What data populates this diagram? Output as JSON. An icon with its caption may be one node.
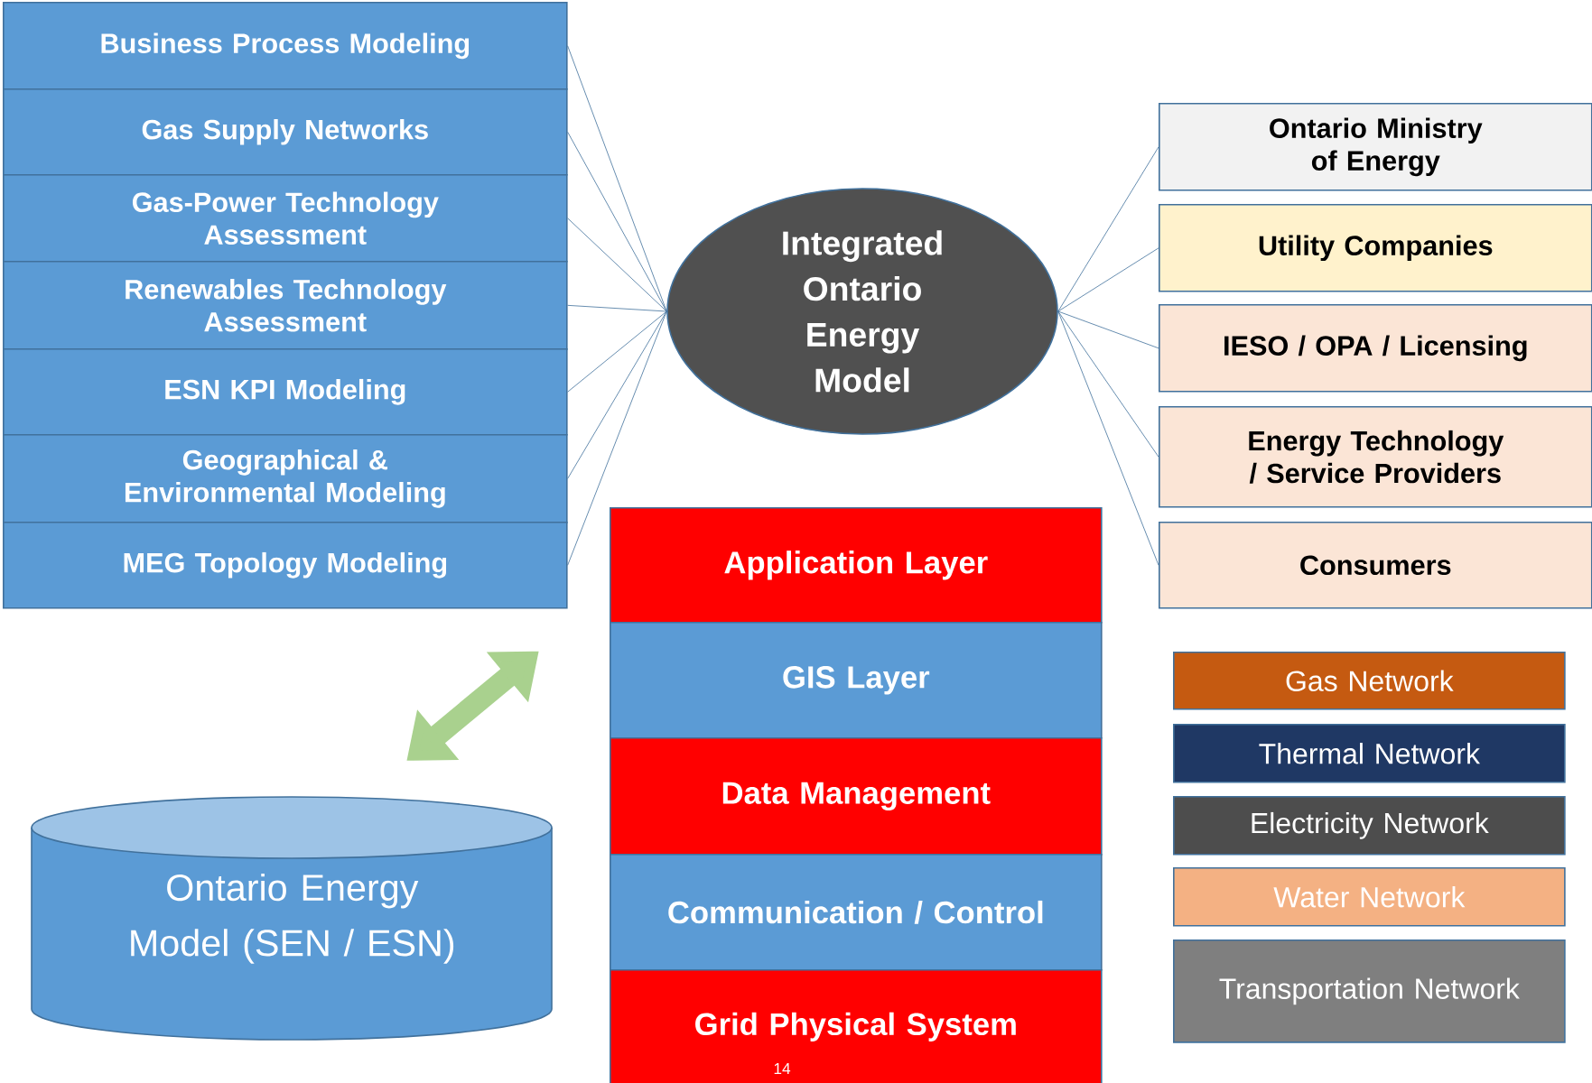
{
  "diagram": {
    "nodes": [
      {
        "text": [
          "Business Process Modeling"
        ]
      },
      {
        "text": [
          "Gas Supply Networks"
        ]
      },
      {
        "text": [
          "Gas-Power Technology Assessment"
        ]
      },
      {
        "text": [
          "Renewables Technology Assessment"
        ]
      },
      {
        "text": [
          "ESN KPI Modeling"
        ]
      },
      {
        "text": [
          "Geographical & Environmental Modeling"
        ]
      },
      {
        "text": [
          "MEG Topology Modeling"
        ]
      },
      {
        "text": [
          "Integrated Ontario Energy Model"
        ]
      },
      {
        "text": [
          "Ontario Ministry of Energy"
        ]
      },
      {
        "text": [
          "Utility Companies"
        ]
      },
      {
        "text": [
          "IESO / OPA / Licensing"
        ]
      },
      {
        "text": [
          "Energy Technology / Service Providers"
        ]
      },
      {
        "text": [
          "Consumers"
        ]
      },
      {
        "text": [
          "Application Layer"
        ]
      },
      {
        "text": [
          "GIS Layer"
        ]
      },
      {
        "text": [
          "Data Management"
        ]
      },
      {
        "text": [
          "Communication / Control"
        ]
      },
      {
        "text": [
          "Grid Physical System"
        ]
      },
      {
        "text": [
          "Ontario Energy Model (SEN / ESN)"
        ]
      }
    ],
    "edges": [
      {
        "from": 0,
        "to": 7,
        "arrow": "none"
      },
      {
        "from": 1,
        "to": 7,
        "arrow": "none"
      },
      {
        "from": 2,
        "to": 7,
        "arrow": "none"
      },
      {
        "from": 3,
        "to": 7,
        "arrow": "none"
      },
      {
        "from": 4,
        "to": 7,
        "arrow": "none"
      },
      {
        "from": 5,
        "to": 7,
        "arrow": "none"
      },
      {
        "from": 6,
        "to": 7,
        "arrow": "none"
      },
      {
        "from": 7,
        "to": 8,
        "arrow": "none"
      },
      {
        "from": 7,
        "to": 9,
        "arrow": "none"
      },
      {
        "from": 7,
        "to": 10,
        "arrow": "none"
      },
      {
        "from": 7,
        "to": 11,
        "arrow": "none"
      },
      {
        "from": 7,
        "to": 12,
        "arrow": "none"
      },
      {
        "from": 18,
        "to": 6,
        "arrow": "both",
        "style": "thick",
        "color": "#a9d18e"
      }
    ],
    "labels": [
      "14"
    ],
    "legend": [
      {
        "text": "Gas Network",
        "color": "#c55a11"
      },
      {
        "text": "Thermal Network",
        "color": "#1f3864"
      },
      {
        "text": "Electricity Network",
        "color": "#4d4d4d"
      },
      {
        "text": "Water Network",
        "color": "#f4b183"
      },
      {
        "text": "Transportation Network",
        "color": "#7f7f7f"
      }
    ]
  }
}
